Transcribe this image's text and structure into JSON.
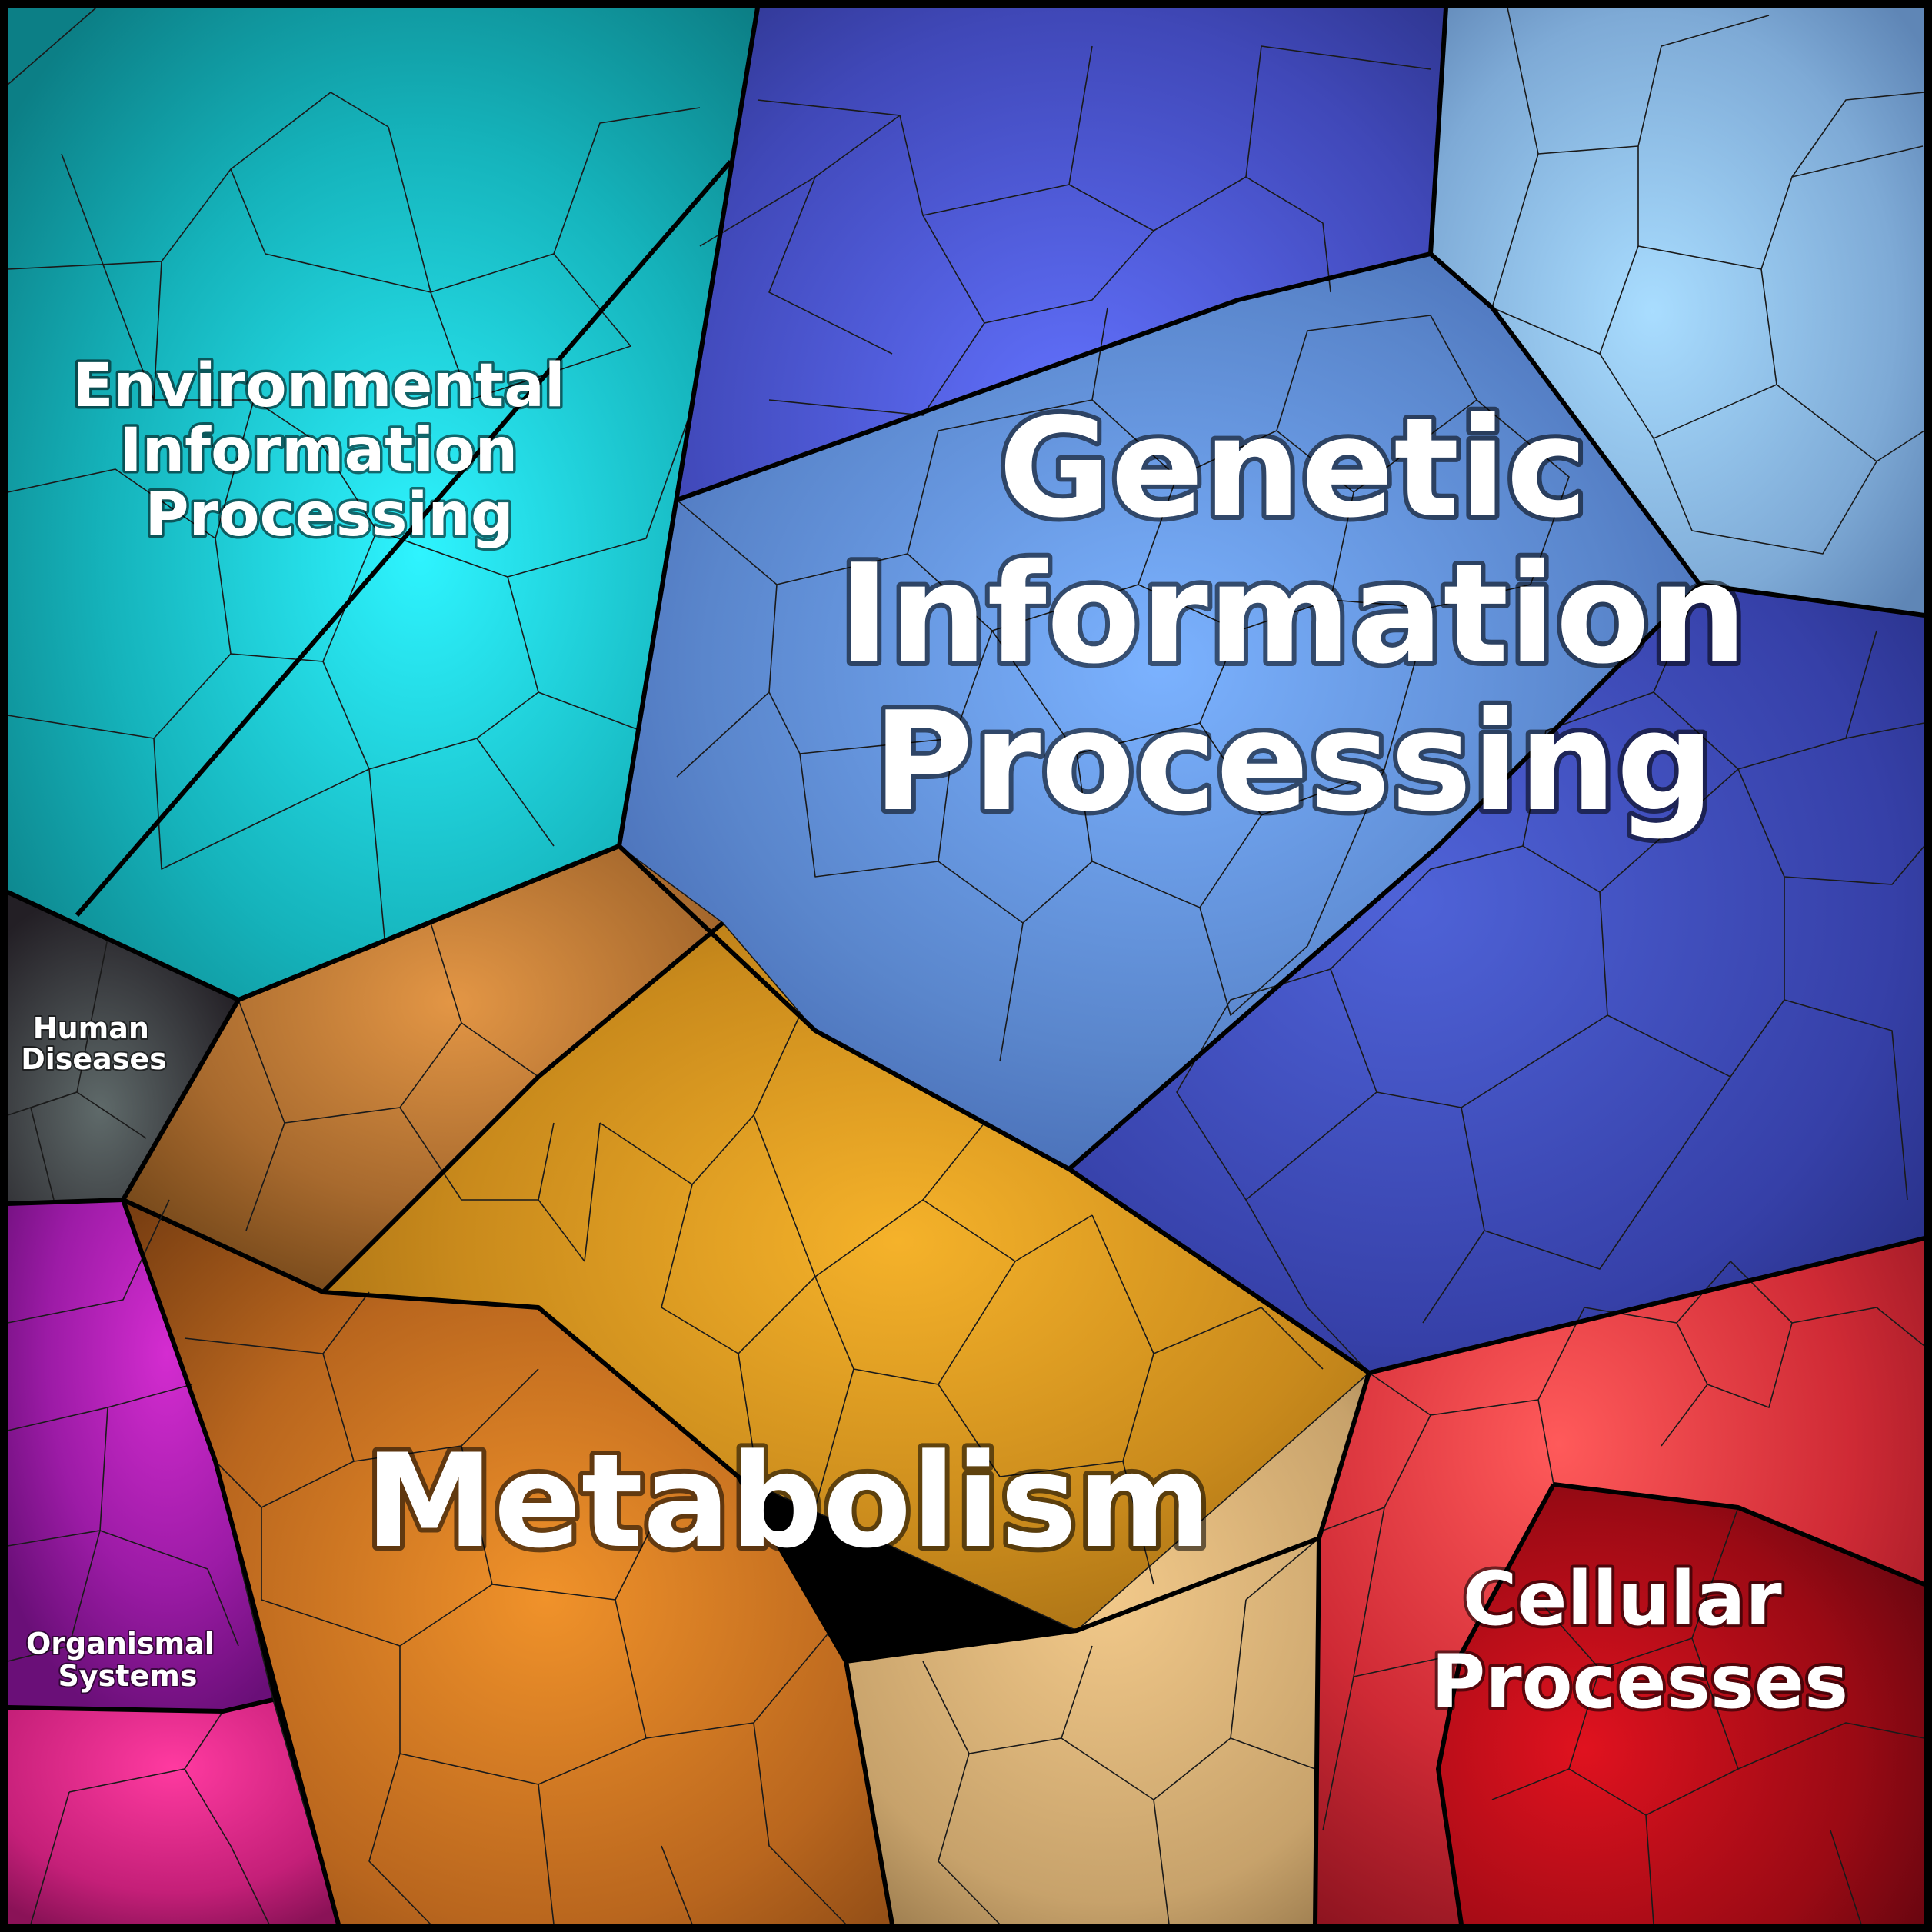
{
  "regions": [
    {
      "key": "environmental",
      "lines": [
        "Environmental",
        "Information",
        "Processing"
      ],
      "color": "#16b5be",
      "glow": "#29f2ff"
    },
    {
      "key": "genetic",
      "lines": [
        "Genetic",
        "Information",
        "Processing"
      ],
      "color": "#4b6fc6",
      "glow": "#7fb5ff"
    },
    {
      "key": "human-diseases",
      "lines": [
        "Human",
        "Diseases"
      ],
      "color": "#2d2a30",
      "glow": "#5f6a6a"
    },
    {
      "key": "metabolism",
      "lines": [
        "Metabolism"
      ],
      "color": "#c8871f",
      "glow": "#f7b12d"
    },
    {
      "key": "organismal",
      "lines": [
        "Organismal",
        "Systems"
      ],
      "color": "#a01aa8",
      "glow": "#e53ee0"
    },
    {
      "key": "cellular",
      "lines": [
        "Cellular",
        "Processes"
      ],
      "color": "#c8202e",
      "glow": "#ff5c5c"
    }
  ]
}
